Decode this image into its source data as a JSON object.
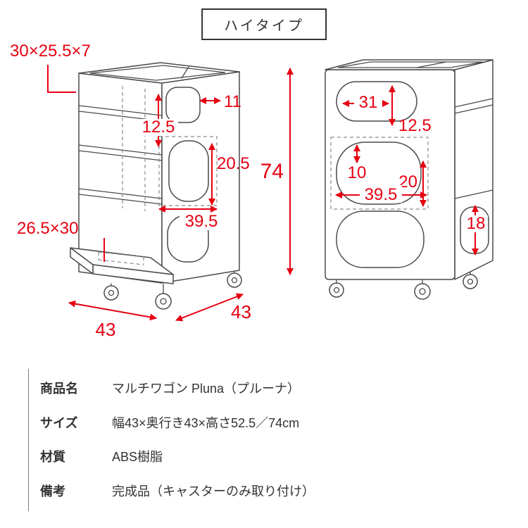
{
  "header": {
    "title": "ハイタイプ"
  },
  "colors": {
    "accent": "#e60012",
    "line": "#4a4a4a"
  },
  "left_view": {
    "drawer_size": "30×25.5×7",
    "top_opening_width": "11",
    "top_opening_height": "12.5",
    "middle_opening_height": "20.5",
    "middle_opening_width": "39.5",
    "tray_size": "26.5×30",
    "total_height": "74",
    "width": "43",
    "depth": "43"
  },
  "right_view": {
    "top_opening_width": "31",
    "top_opening_height": "12.5",
    "middle_gap": "10",
    "middle_opening_height": "20",
    "middle_opening_width": "39.5",
    "side_shelf_height": "18"
  },
  "spec_table": {
    "rows": [
      {
        "label": "商品名",
        "value": "マルチワゴン Pluna（プルーナ）"
      },
      {
        "label": "サイズ",
        "value": "幅43×奥行き43×高さ52.5／74cm"
      },
      {
        "label": "材質",
        "value": "ABS樹脂"
      },
      {
        "label": "備考",
        "value": "完成品（キャスターのみ取り付け）"
      }
    ]
  }
}
